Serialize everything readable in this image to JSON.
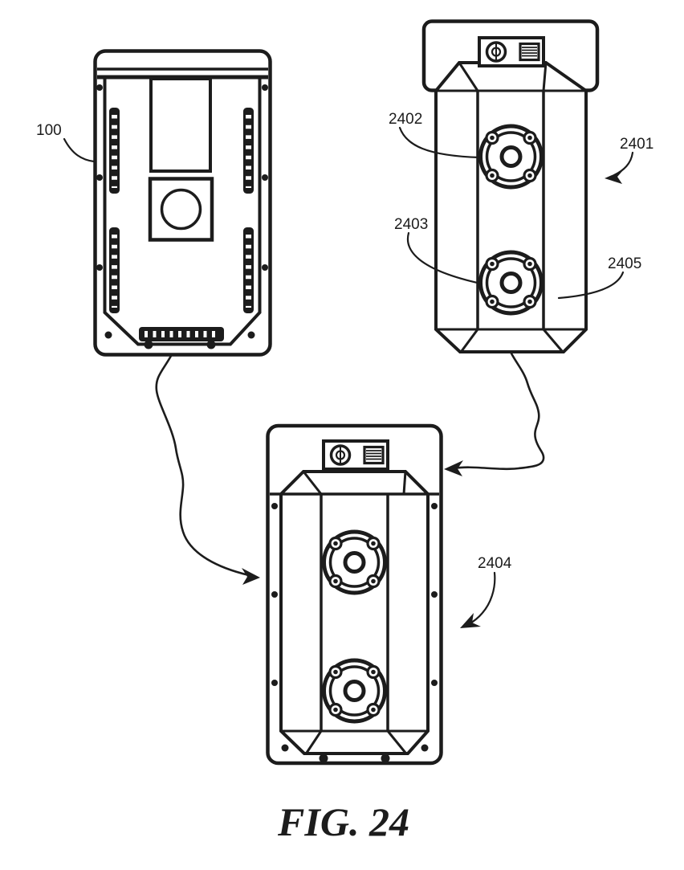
{
  "figure": {
    "caption": "FIG. 24"
  },
  "colors": {
    "line": "#1c1c1c",
    "background": "#ffffff"
  },
  "labels": {
    "device_back_panel": "100",
    "speaker_assembly": "2401",
    "upper_speaker": "2402",
    "lower_speaker": "2403",
    "assembled_device": "2404",
    "speaker_housing": "2405"
  },
  "icons": {
    "power_dial": "power-dial-icon",
    "vent_grille": "vent-grille-icon"
  }
}
